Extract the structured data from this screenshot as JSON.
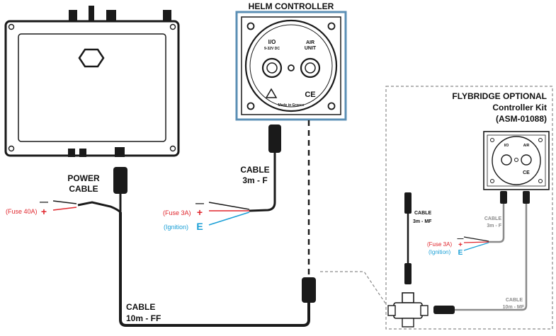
{
  "colors": {
    "red": "#e0262d",
    "blue": "#1a9fd6",
    "dark": "#1a1a1a",
    "grey": "#8a8a8a",
    "panel_border": "#5b8fb5"
  },
  "helm_controller": {
    "title": "HELM CONTROLLER",
    "io_label": "I/O",
    "io_voltage": "9-32V DC",
    "air_label": "AIR",
    "unit_label": "UNIT",
    "made_in": "Made in Greece",
    "ce_mark": "CE"
  },
  "power_cable": {
    "line1": "POWER",
    "line2": "CABLE",
    "fuse": "(Fuse 40A)",
    "plus": "+",
    "minus": "—"
  },
  "cable_3m_f": {
    "line1": "CABLE",
    "line2": "3m - F",
    "fuse": "(Fuse 3A)",
    "plus": "+",
    "minus": "—",
    "ignition": "(Ignition)",
    "e": "E"
  },
  "cable_10m_ff": {
    "line1": "CABLE",
    "line2": "10m - FF"
  },
  "flybridge": {
    "title_line1": "FLYBRIDGE OPTIONAL",
    "title_line2": "Controller Kit",
    "title_line3": "(ASM-01088)",
    "cable_mf_line1": "CABLE",
    "cable_mf_line2": "3m - MF",
    "cable_f_line1": "CABLE",
    "cable_f_line2": "3m - F",
    "fuse": "(Fuse 3A)",
    "plus": "+",
    "minus": "—",
    "ignition": "(Ignition)",
    "e": "E",
    "cable_10m_mf_line1": "CABLE",
    "cable_10m_mf_line2": "10m - MF",
    "mini_io": "I/O",
    "mini_air": "AIR",
    "mini_ce": "CE"
  }
}
